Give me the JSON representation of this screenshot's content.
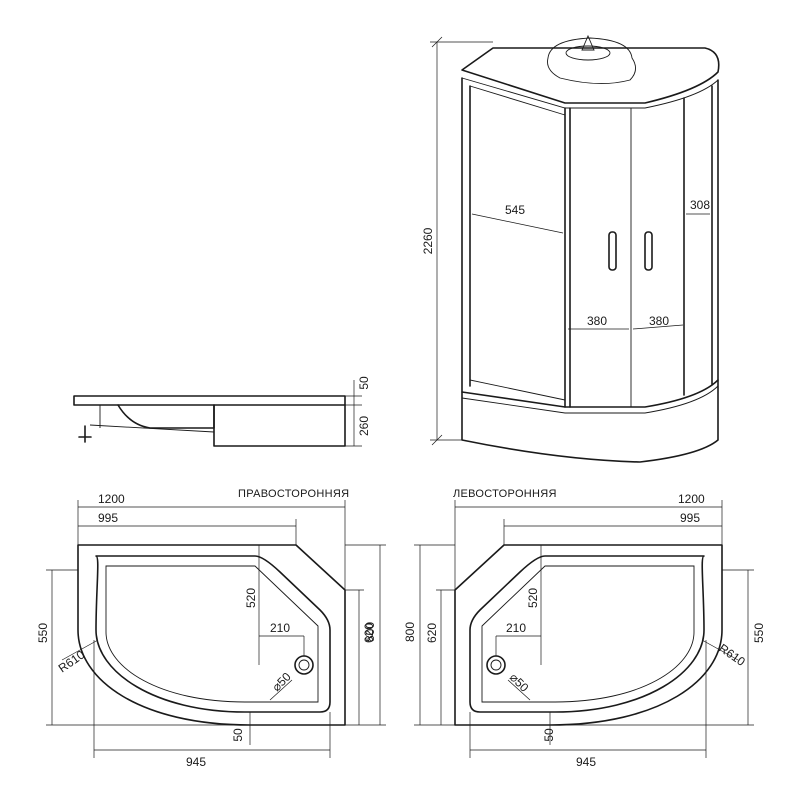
{
  "cabin": {
    "height": "2260",
    "panel_width": "545",
    "door_width_left": "380",
    "door_width_right": "380",
    "side_width": "308"
  },
  "tray_side": {
    "tray_height": "260",
    "rim_height": "50"
  },
  "right_plan": {
    "title": "ПРАВОСТОРОННЯЯ",
    "total_length": "1200",
    "flat_length": "995",
    "inner_length": "945",
    "total_depth": "800",
    "inner_depth": "620",
    "side_depth": "550",
    "radius": "R610",
    "drain_offset_y": "520",
    "drain_offset_x": "210",
    "drain_diameter": "⌀50",
    "drain_margin": "50"
  },
  "left_plan": {
    "title": "ЛЕВОСТОРОННЯЯ",
    "total_length": "1200",
    "flat_length": "995",
    "inner_length": "945",
    "total_depth": "800",
    "inner_depth": "620",
    "side_depth": "550",
    "radius": "R610",
    "drain_offset_y": "520",
    "drain_offset_x": "210",
    "drain_diameter": "⌀50",
    "drain_margin": "50"
  }
}
